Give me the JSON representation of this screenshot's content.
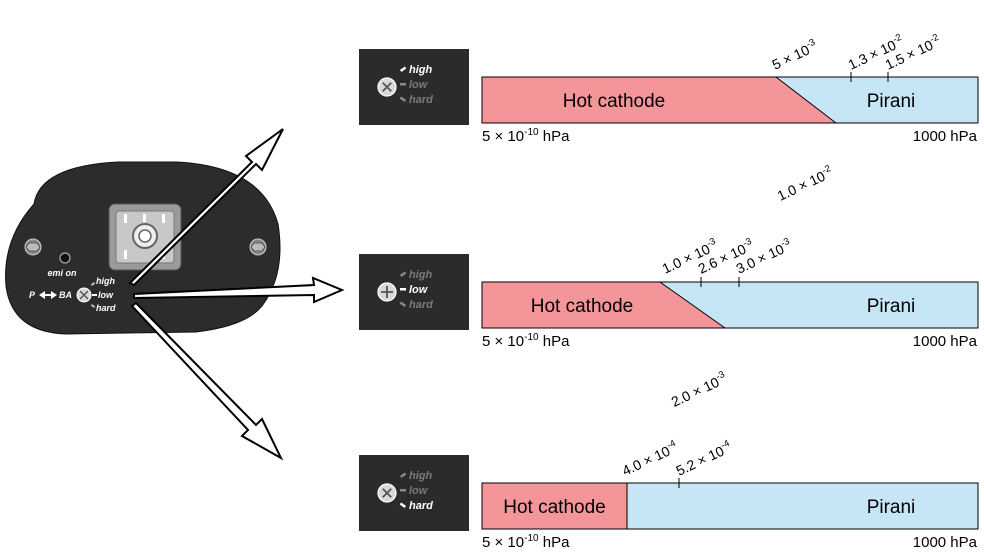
{
  "device": {
    "emi_label": "emi on",
    "mode_left": "P",
    "mode_right": "BA",
    "switch_high": "high",
    "switch_low": "low",
    "switch_hard": "hard"
  },
  "switch_labels": {
    "high": "high",
    "low": "low",
    "hard": "hard"
  },
  "colors": {
    "hot_cathode": "#f4959a",
    "pirani": "#c6e6f6",
    "panel": "#2b2b2b",
    "inactive_label": "#7a7a7a"
  },
  "panels": [
    {
      "mode": "high",
      "hot_cathode_label": "Hot cathode",
      "pirani_label": "Pirani",
      "range_min": "5 × 10",
      "range_min_exp": "-10",
      "range_min_unit": " hPa",
      "range_max": "1000 hPa",
      "top_labels": [
        {
          "mant": "5 × 10",
          "exp": "-3"
        },
        {
          "mant": "1.3 × 10",
          "exp": "-2"
        },
        {
          "mant": "1.5 × 10",
          "exp": "-2"
        }
      ],
      "bottom_label": {
        "mant": "1.0 × 10",
        "exp": "-2"
      }
    },
    {
      "mode": "low",
      "hot_cathode_label": "Hot cathode",
      "pirani_label": "Pirani",
      "range_min": "5 × 10",
      "range_min_exp": "-10",
      "range_min_unit": " hPa",
      "range_max": "1000 hPa",
      "top_labels": [
        {
          "mant": "1.0 × 10",
          "exp": "-3"
        },
        {
          "mant": "2.6 × 10",
          "exp": "-3"
        },
        {
          "mant": "3.0 × 10",
          "exp": "-3"
        }
      ],
      "bottom_label": {
        "mant": "2.0 × 10",
        "exp": "-3"
      }
    },
    {
      "mode": "hard",
      "hot_cathode_label": "Hot cathode",
      "pirani_label": "Pirani",
      "range_min": "5 × 10",
      "range_min_exp": "-10",
      "range_min_unit": " hPa",
      "range_max": "1000 hPa",
      "top_labels": [
        {
          "mant": "4.0 × 10",
          "exp": "-4"
        },
        {
          "mant": "5.2 × 10",
          "exp": "-4"
        }
      ]
    }
  ]
}
